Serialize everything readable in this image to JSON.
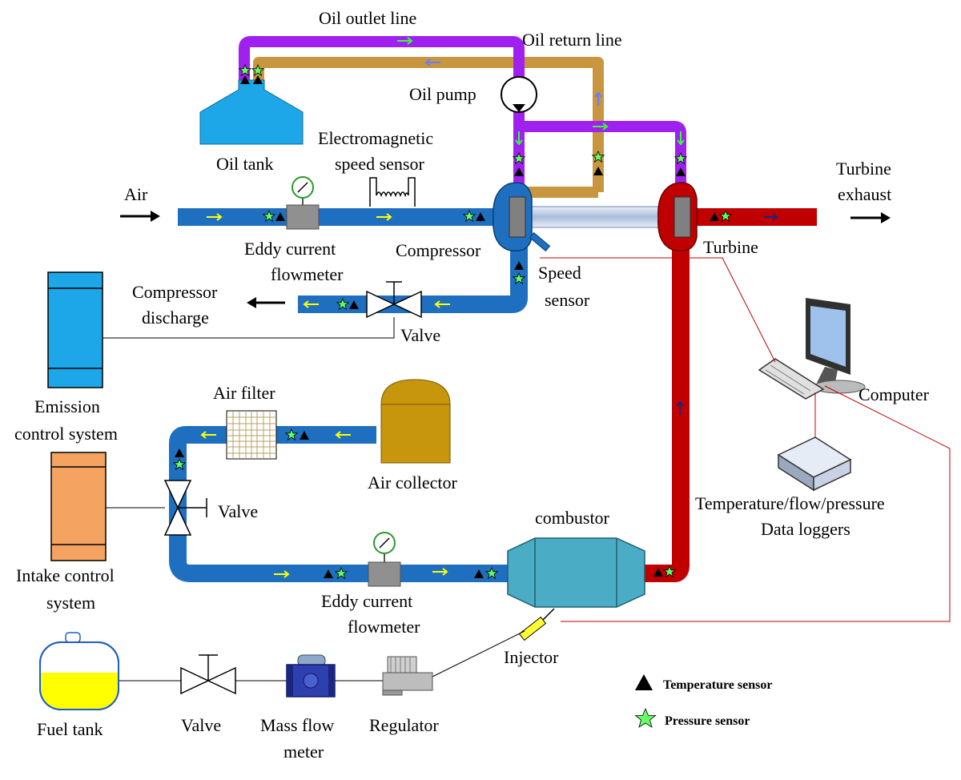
{
  "labels": {
    "oil_outlet_line": "Oil outlet line",
    "oil_return_line": "Oil return line",
    "oil_pump": "Oil pump",
    "oil_tank": "Oil tank",
    "em_speed_sensor_1": "Electromagnetic",
    "em_speed_sensor_2": "speed sensor",
    "air": "Air",
    "turbine_exhaust_1": "Turbine",
    "turbine_exhaust_2": "exhaust",
    "eddy_top_1": "Eddy current",
    "eddy_top_2": "flowmeter",
    "compressor": "Compressor",
    "speed_sensor_1": "Speed",
    "speed_sensor_2": "sensor",
    "turbine": "Turbine",
    "compressor_discharge_1": "Compressor",
    "compressor_discharge_2": "discharge",
    "valve_top": "Valve",
    "emission_1": "Emission",
    "emission_2": "control system",
    "air_filter": "Air filter",
    "air_collector": "Air collector",
    "valve_mid": "Valve",
    "computer": "Computer",
    "loggers_1": "Temperature/flow/pressure",
    "loggers_2": "Data loggers",
    "combustor": "combustor",
    "intake_1": "Intake control",
    "intake_2": "system",
    "eddy_bot_1": "Eddy current",
    "eddy_bot_2": "flowmeter",
    "injector": "Injector",
    "fuel_tank": "Fuel tank",
    "valve_bot": "Valve",
    "mass_flow_1": "Mass flow",
    "mass_flow_2": "meter",
    "regulator": "Regulator"
  },
  "legend": {
    "temperature": "Temperature sensor",
    "pressure": "Pressure sensor"
  },
  "colors": {
    "air_pipe": "#1f6fc0",
    "exhaust_pipe": "#c00000",
    "oil_outlet": "#a020f0",
    "oil_return": "#c8963e",
    "oil_tank": "#1ea7e8",
    "emission_box": "#1ea7e8",
    "intake_box": "#f4a460",
    "air_collector": "#c8960c",
    "combustor": "#4bacc6",
    "fuel": "#ffff00",
    "pressure_star": "#66ff66",
    "flow_arrow": "#ffff00"
  }
}
